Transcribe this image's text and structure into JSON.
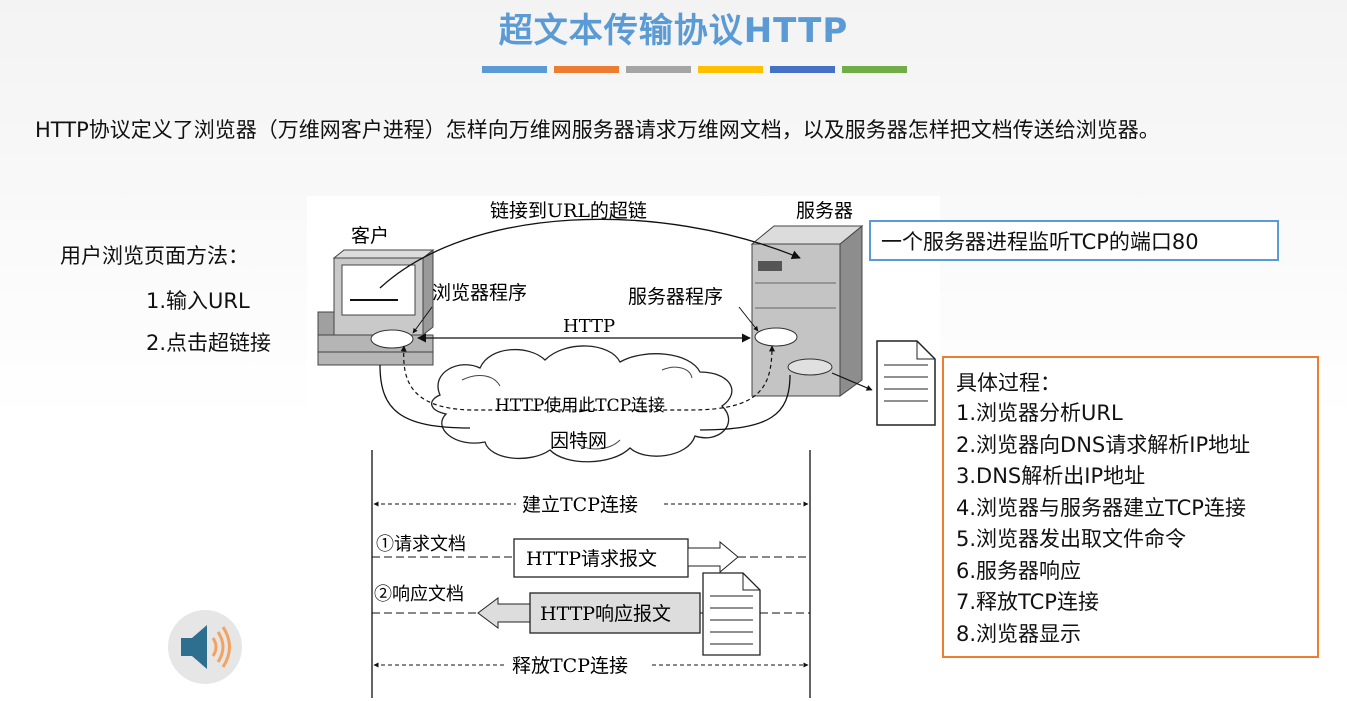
{
  "title": "超文本传输协议HTTP",
  "color_bar": [
    "#5b9bd5",
    "#ed7d31",
    "#a5a5a5",
    "#ffc000",
    "#4472c4",
    "#70ad47"
  ],
  "intro": "HTTP协议定义了浏览器（万维网客户进程）怎样向万维网服务器请求万维网文档，以及服务器怎样把文档传送给浏览器。",
  "methods": {
    "title": "用户浏览页面方法：",
    "items": [
      "1.输入URL",
      "2.点击超链接"
    ]
  },
  "diagram": {
    "client_label": "客户",
    "server_label": "服务器",
    "hyperlink_label": "链接到URL的超链",
    "browser_program": "浏览器程序",
    "server_program": "服务器程序",
    "http_label": "HTTP",
    "tcp_label": "HTTP使用此TCP连接",
    "internet_label": "因特网",
    "establish_tcp": "建立TCP连接",
    "request_doc": "①请求文档",
    "request_msg": "HTTP请求报文",
    "response_doc": "②响应文档",
    "response_msg": "HTTP响应报文",
    "release_tcp": "释放TCP连接"
  },
  "callout": "一个服务器进程监听TCP的端口80",
  "process": {
    "title": "具体过程：",
    "steps": [
      "1.浏览器分析URL",
      "2.浏览器向DNS请求解析IP地址",
      "3.DNS解析出IP地址",
      "4.浏览器与服务器建立TCP连接",
      "5.浏览器发出取文件命令",
      "6.服务器响应",
      "7.释放TCP连接",
      "8.浏览器显示"
    ]
  },
  "speaker_icon": "speaker-icon"
}
